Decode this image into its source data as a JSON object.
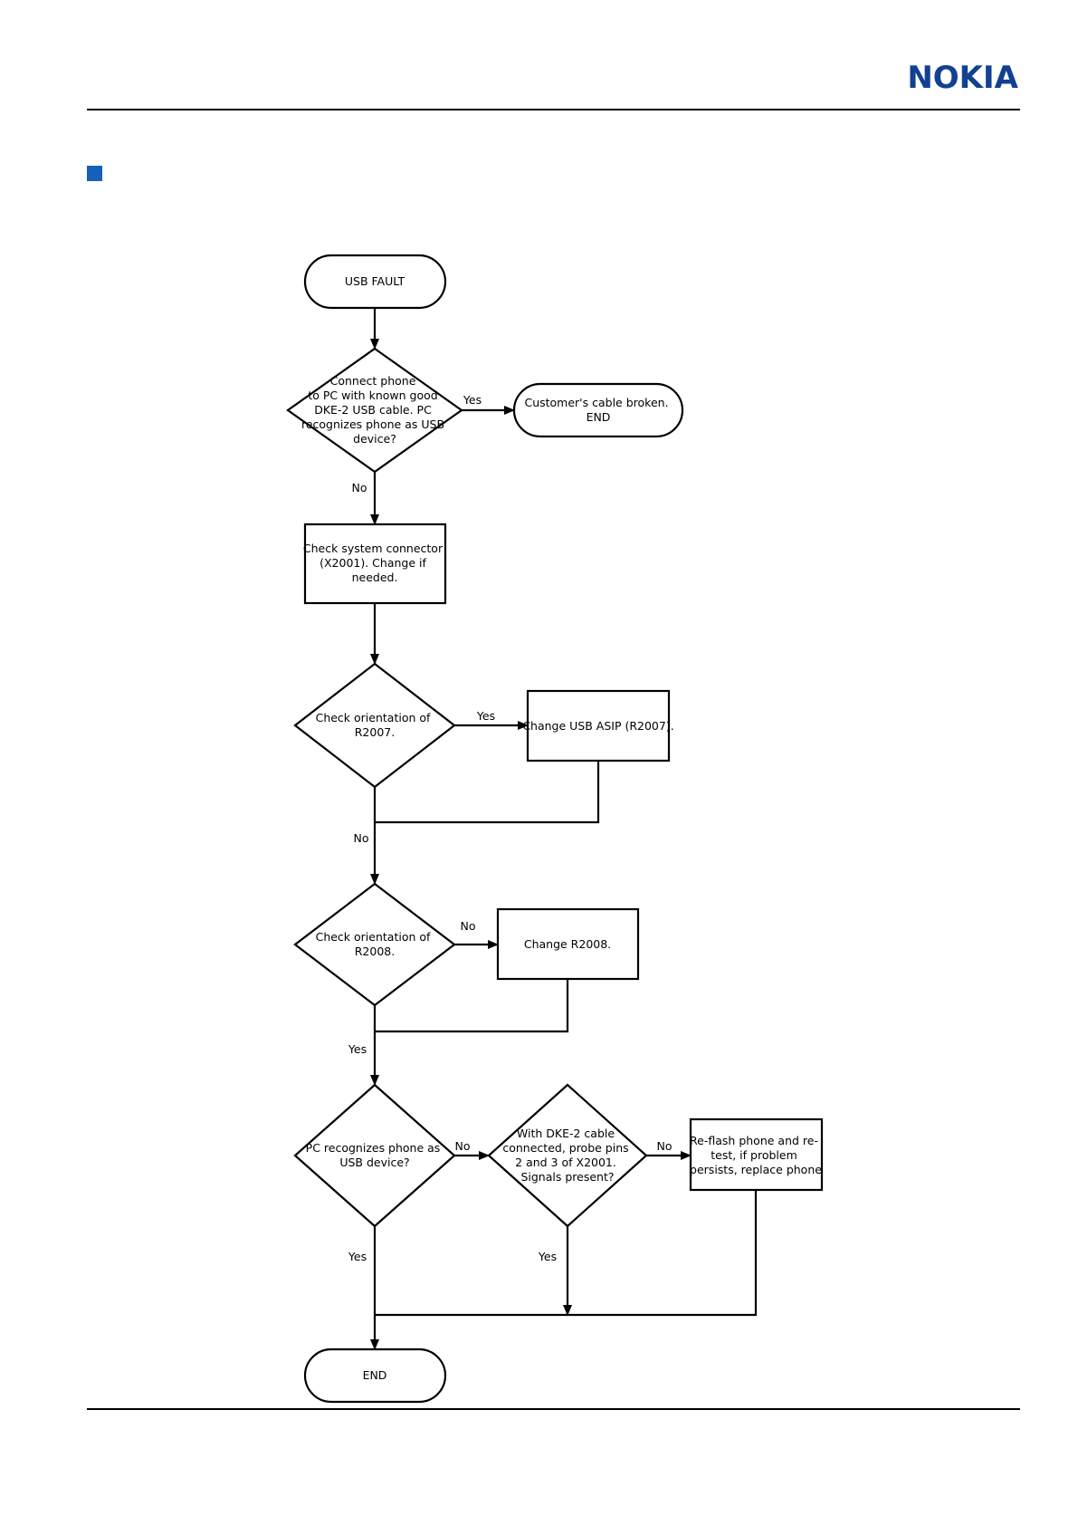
{
  "header": {
    "brand": "NOKIA",
    "brand_color": "#124191",
    "bullet_color": "#1560bd"
  },
  "nodes": {
    "usb_fault": [
      "USB FAULT"
    ],
    "q_connect": [
      "Connect phone",
      "to PC with known good",
      "DKE-2 USB cable. PC",
      "recognizes phone as USB",
      "device?"
    ],
    "cable_broken": [
      "Customer's cable broken.",
      "END"
    ],
    "check_connector": [
      "Check system connector",
      "(X2001). Change if",
      "needed."
    ],
    "q_r2007": [
      "Check orientation of",
      "R2007."
    ],
    "change_asip": [
      "Change USB ASIP (R2007)."
    ],
    "q_r2008": [
      "Check orientation of",
      "R2008."
    ],
    "change_r2008": [
      "Change R2008."
    ],
    "q_pc_recognizes": [
      "PC recognizes phone as",
      "USB device?"
    ],
    "q_probe": [
      "With DKE-2 cable",
      "connected, probe pins",
      "2 and 3 of X2001.",
      "Signals present?"
    ],
    "reflash": [
      "Re-flash phone and re-",
      "test, if problem",
      "persists, replace phone"
    ],
    "end": [
      "END"
    ]
  },
  "edges": {
    "connect_yes": "Yes",
    "connect_no": "No",
    "r2007_yes": "Yes",
    "r2007_no": "No",
    "r2008_no": "No",
    "r2008_yes": "Yes",
    "pc_no": "No",
    "pc_yes": "Yes",
    "probe_no": "No",
    "probe_yes": "Yes"
  }
}
